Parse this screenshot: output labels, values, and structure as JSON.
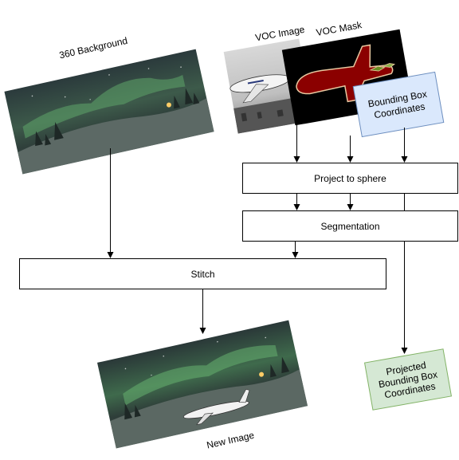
{
  "labels": {
    "background": "360 Background",
    "voc_image": "VOC Image",
    "voc_mask": "VOC Mask",
    "bbox_line1": "Bounding Box",
    "bbox_line2": "Coordinates",
    "project": "Project to sphere",
    "segmentation": "Segmentation",
    "stitch": "Stitch",
    "new_image": "New Image",
    "projected_line1": "Projected",
    "projected_line2": "Bounding Box",
    "projected_line3": "Coordinates"
  },
  "colors": {
    "bbox_fill": "#dae8fc",
    "bbox_stroke": "#6c8ebf",
    "projected_fill": "#d5e8d4",
    "projected_stroke": "#82b366",
    "mask_object": "#8b0000",
    "mask_outline": "#e8c8a0",
    "sky_aurora": "#4a8a55",
    "snow": "#5f6b66"
  }
}
